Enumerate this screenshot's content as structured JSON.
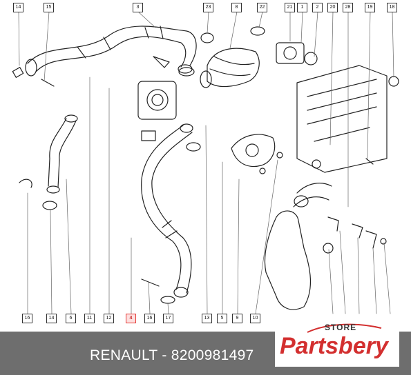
{
  "diagram": {
    "callouts": [
      {
        "label": "14",
        "highlight": false
      },
      {
        "label": "15",
        "highlight": false
      },
      {
        "label": "3",
        "highlight": false
      },
      {
        "label": "23",
        "highlight": false
      },
      {
        "label": "8",
        "highlight": false
      },
      {
        "label": "22",
        "highlight": false
      },
      {
        "label": "21",
        "highlight": false
      },
      {
        "label": "1",
        "highlight": false
      },
      {
        "label": "2",
        "highlight": false
      },
      {
        "label": "20",
        "highlight": false
      },
      {
        "label": "28",
        "highlight": false
      },
      {
        "label": "19",
        "highlight": false
      },
      {
        "label": "18",
        "highlight": false
      },
      {
        "label": "16",
        "highlight": false
      },
      {
        "label": "14",
        "highlight": false
      },
      {
        "label": "6",
        "highlight": false
      },
      {
        "label": "11",
        "highlight": false
      },
      {
        "label": "12",
        "highlight": false
      },
      {
        "label": "4",
        "highlight": true
      },
      {
        "label": "16",
        "highlight": false
      },
      {
        "label": "17",
        "highlight": false
      },
      {
        "label": "13",
        "highlight": false
      },
      {
        "label": "5",
        "highlight": false
      },
      {
        "label": "9",
        "highlight": false
      },
      {
        "label": "10",
        "highlight": false
      }
    ]
  },
  "footer": {
    "part_label": "RENAULT - 8200981497"
  },
  "logo": {
    "store": "STORE",
    "name": "Partsbery"
  },
  "colors": {
    "highlight": "#e53935",
    "footer_bg": "#6e6e6e",
    "brand": "#d32f2f"
  }
}
